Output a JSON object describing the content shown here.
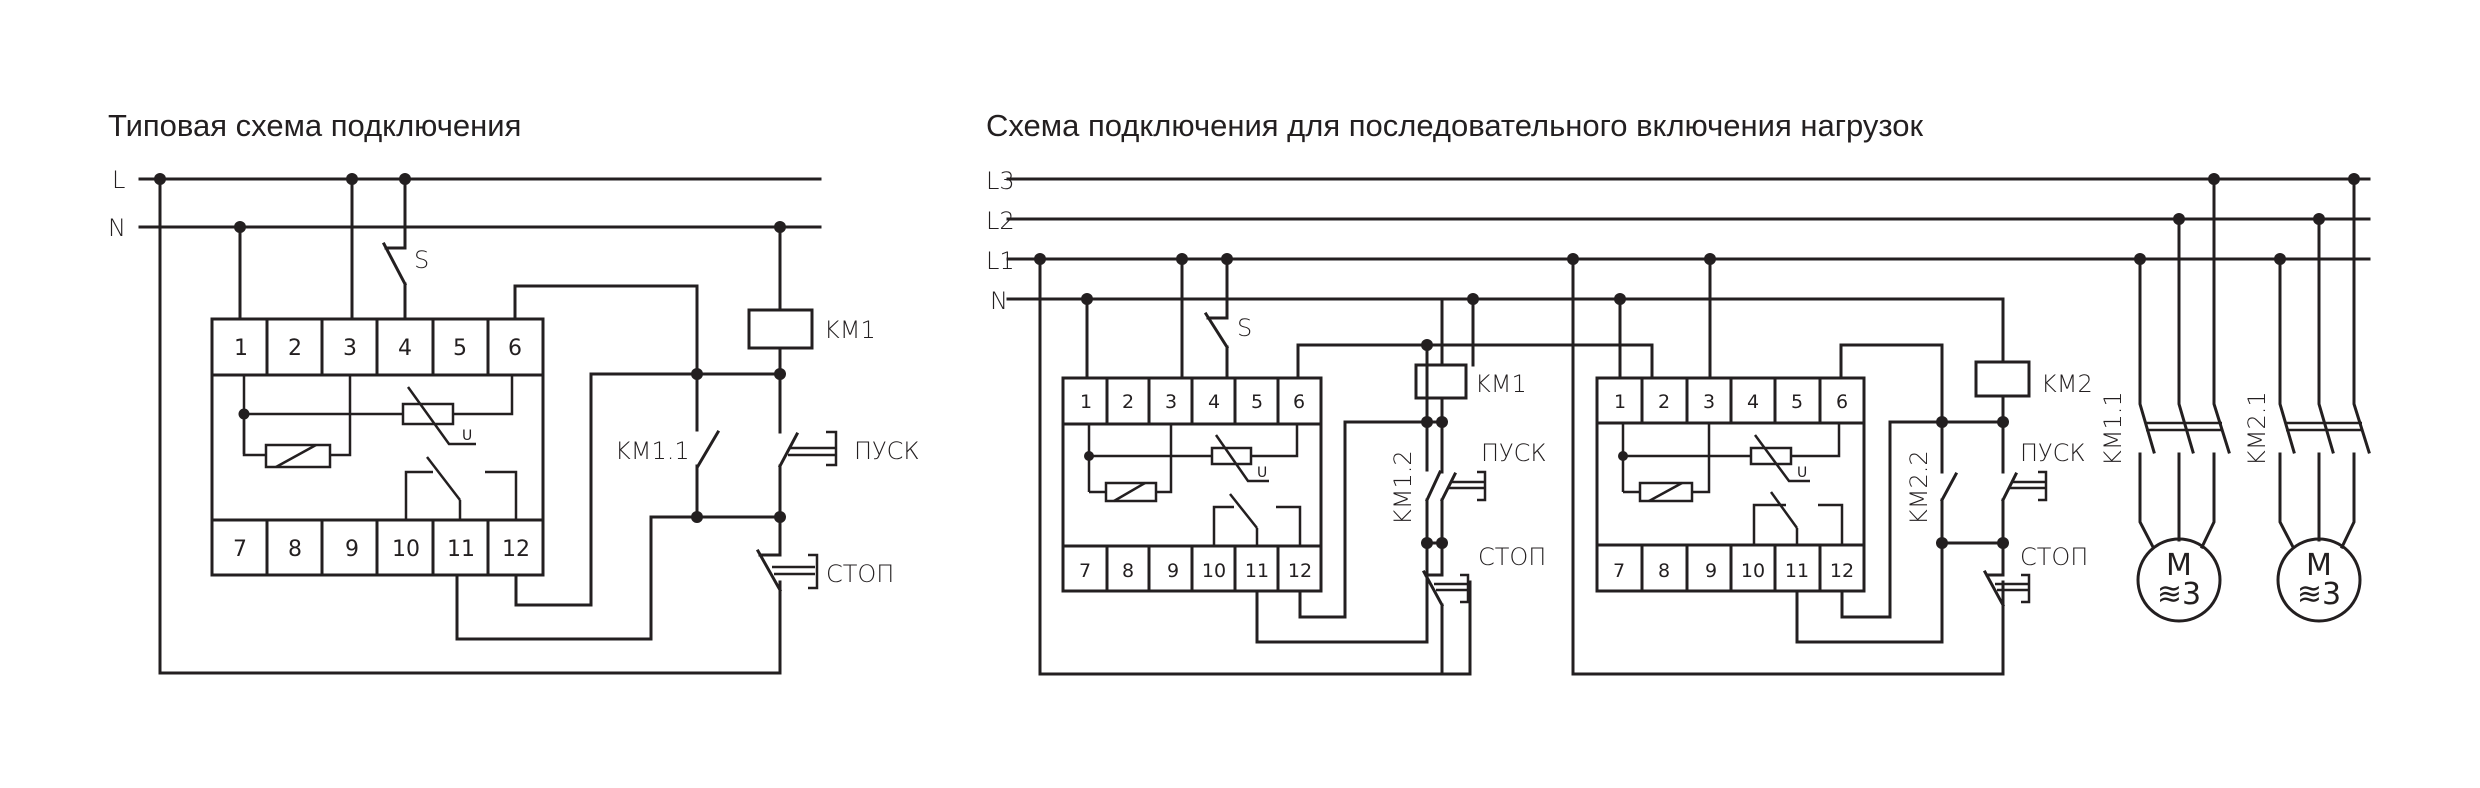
{
  "left_diagram": {
    "title": "Типовая схема подключения",
    "bus_labels": [
      "L",
      "N"
    ],
    "switch_label": "S",
    "coil_label": "KM1",
    "contact_label": "KM1.1",
    "start_button_label": "ПУСК",
    "stop_button_label": "СТОП",
    "relay": {
      "top_terminals": [
        "1",
        "2",
        "3",
        "4",
        "5",
        "6"
      ],
      "bottom_terminals": [
        "7",
        "8",
        "9",
        "10",
        "11",
        "12"
      ],
      "sensor_label": "U"
    }
  },
  "right_diagram": {
    "title": "Схема подключения для последовательного включения нагрузок",
    "bus_labels": [
      "L3",
      "L2",
      "L1",
      "N"
    ],
    "switch_label": "S",
    "stage1": {
      "coil_label": "KM1",
      "contact_label": "KM1.2",
      "start_button_label": "ПУСК",
      "stop_button_label": "СТОП",
      "relay": {
        "top_terminals": [
          "1",
          "2",
          "3",
          "4",
          "5",
          "6"
        ],
        "bottom_terminals": [
          "7",
          "8",
          "9",
          "10",
          "11",
          "12"
        ],
        "sensor_label": "U"
      }
    },
    "stage2": {
      "coil_label": "KM2",
      "contact_label": "KM2.2",
      "start_button_label": "ПУСК",
      "stop_button_label": "СТОП",
      "relay": {
        "top_terminals": [
          "1",
          "2",
          "3",
          "4",
          "5",
          "6"
        ],
        "bottom_terminals": [
          "7",
          "8",
          "9",
          "10",
          "11",
          "12"
        ],
        "sensor_label": "U"
      }
    },
    "motors": [
      {
        "contactor_label": "KM1.1",
        "symbol": "M",
        "phase_label": "≋3"
      },
      {
        "contactor_label": "KM2.1",
        "symbol": "M",
        "phase_label": "≋3"
      }
    ]
  },
  "colors": {
    "ink": "#231f20",
    "background": "#ffffff"
  }
}
